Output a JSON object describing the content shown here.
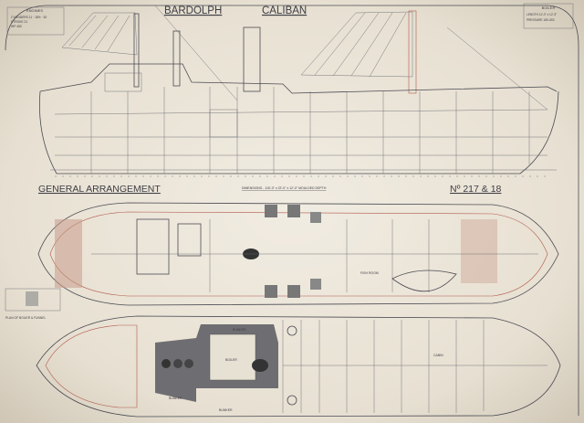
{
  "title": {
    "ship1": "BARDOLPH",
    "ship2": "CALIBAN"
  },
  "drawing": {
    "heading": "GENERAL ARRANGEMENT",
    "number": "Nº 217 & 18",
    "dimensions_note": "DIMENSIONS - 115'-0\" x 22'-0\" x 12'-0\" MOULDED DEPTH"
  },
  "engines_box": {
    "heading": "ENGINES",
    "lines": [
      "CYLINDERS 11 · 18½ · 30",
      "STROKE 21",
      "IHP 450"
    ]
  },
  "boiler_box": {
    "heading": "BOILER",
    "lines": [
      "LENGTH 11'-0\" x 12'-3\"",
      "PRESSURE 180 LBS"
    ]
  },
  "labels": {
    "boiler": "BOILER",
    "bunker_top": "BUNKER",
    "bunker_bottom": "BUNKER",
    "bunker_side": "BUNKER",
    "fish_room": "FISH ROOM",
    "cabin": "CABIN",
    "inset": "PLAN OF BOILER & FUNNEL"
  },
  "colors": {
    "paper": "#ece6da",
    "ink": "#4a4a52",
    "red_ink": "#b0594a",
    "hatch": "#9a9aa0"
  }
}
